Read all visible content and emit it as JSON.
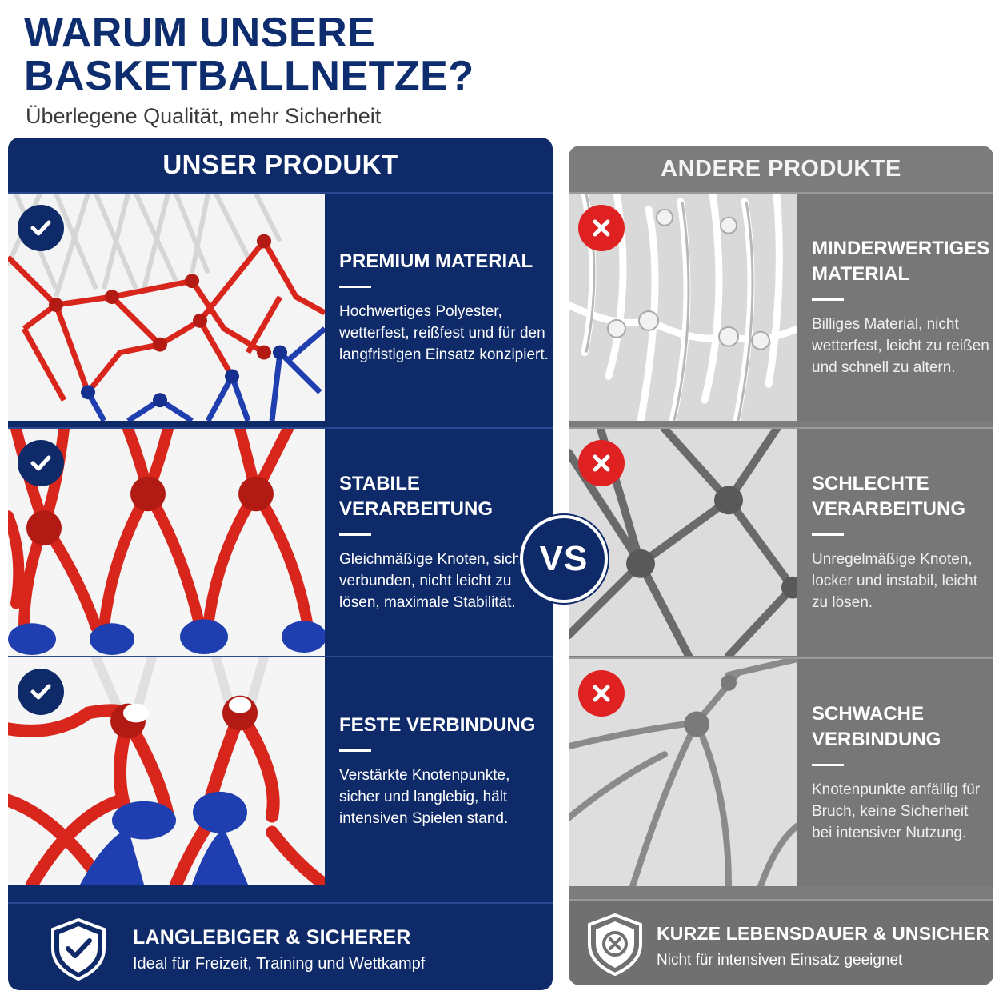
{
  "header": {
    "title": "WARUM UNSERE BASKETBALLNETZE?",
    "subtitle": "Überlegene Qualität, mehr Sicherheit"
  },
  "ours": {
    "heading": "UNSER PRODUKT",
    "rows": [
      {
        "title": "PREMIUM MATERIAL",
        "desc": "Hochwertiges Polyester, wetterfest, reißfest und für den langfristigen Einsatz konzipiert."
      },
      {
        "title": "STABILE VERARBEITUNG",
        "desc": "Gleichmäßige Knoten, sicher verbunden, nicht leicht zu lösen, maximale Stabilität."
      },
      {
        "title": "FESTE VERBINDUNG",
        "desc": "Verstärkte Knotenpunkte, sicher und langlebig, hält intensiven Spielen stand."
      }
    ],
    "footer": {
      "title": "LANGLEBIGER & SICHERER",
      "desc": "Ideal für Freizeit, Training und Wettkampf"
    }
  },
  "vs": "VS",
  "other": {
    "heading": "ANDERE PRODUKTE",
    "rows": [
      {
        "title": "MINDERWERTIGES MATERIAL",
        "desc": "Billiges Material, nicht wetterfest, leicht zu reißen und schnell zu altern."
      },
      {
        "title": "SCHLECHTE VERARBEITUNG",
        "desc": "Unregelmäßige Knoten, locker und instabil, leicht zu lösen."
      },
      {
        "title": "SCHWACHE VERBINDUNG",
        "desc": "Knotenpunkte anfällig für Bruch, keine Sicherheit bei intensiver Nutzung."
      }
    ],
    "footer": {
      "title": "KURZE LEBENSDAUER & UNSICHER",
      "desc": "Nicht für intensiven Einsatz geeignet"
    }
  },
  "colors": {
    "navy": "#0e2a69",
    "gray": "#7c7c7c",
    "net_red": "#d9261c",
    "net_blue": "#1f3fb0",
    "net_white": "#ffffff",
    "cross_red": "#e02121"
  },
  "icons": {
    "check_badge": "check-icon",
    "cross_badge": "cross-icon",
    "shield_check": "shield-check-icon",
    "shield_cross": "shield-cross-icon"
  }
}
